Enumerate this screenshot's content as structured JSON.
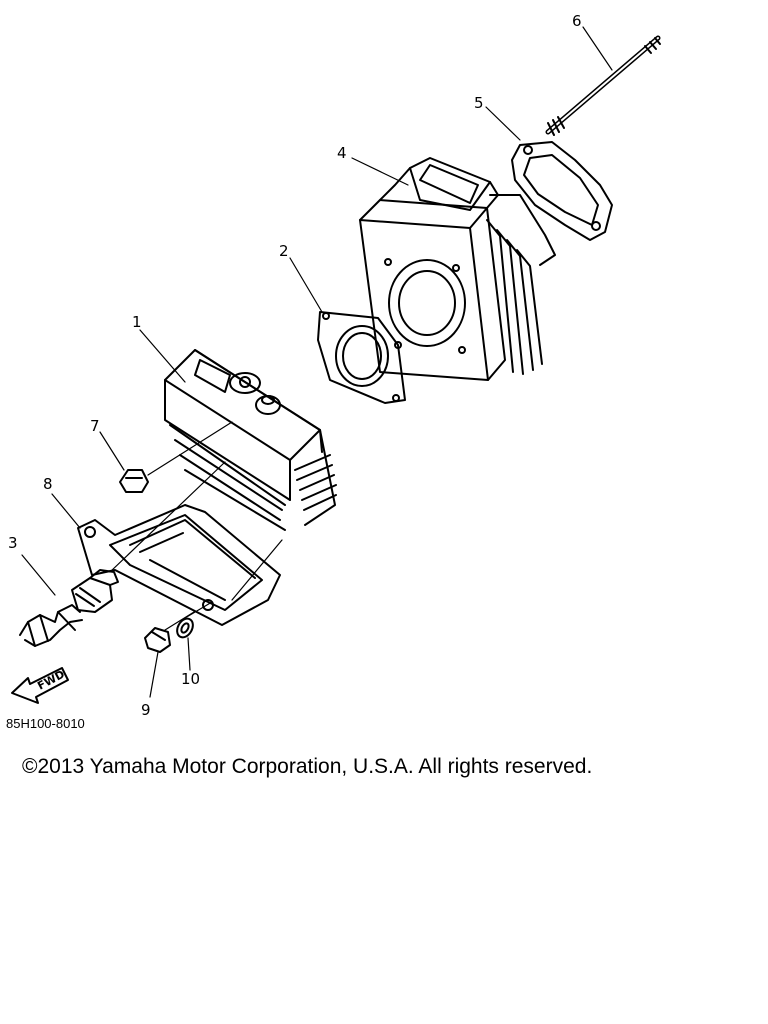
{
  "diagram": {
    "callouts": [
      {
        "id": "1",
        "label": "1"
      },
      {
        "id": "2",
        "label": "2"
      },
      {
        "id": "3",
        "label": "3"
      },
      {
        "id": "4",
        "label": "4"
      },
      {
        "id": "5",
        "label": "5"
      },
      {
        "id": "6",
        "label": "6"
      },
      {
        "id": "7",
        "label": "7"
      },
      {
        "id": "8",
        "label": "8"
      },
      {
        "id": "9",
        "label": "9"
      },
      {
        "id": "10",
        "label": "10"
      }
    ],
    "fwd_label": "FWD",
    "drawing_code": "85H100-8010"
  },
  "footer": {
    "copyright": "©2013 Yamaha Motor Corporation, U.S.A. All rights reserved."
  }
}
